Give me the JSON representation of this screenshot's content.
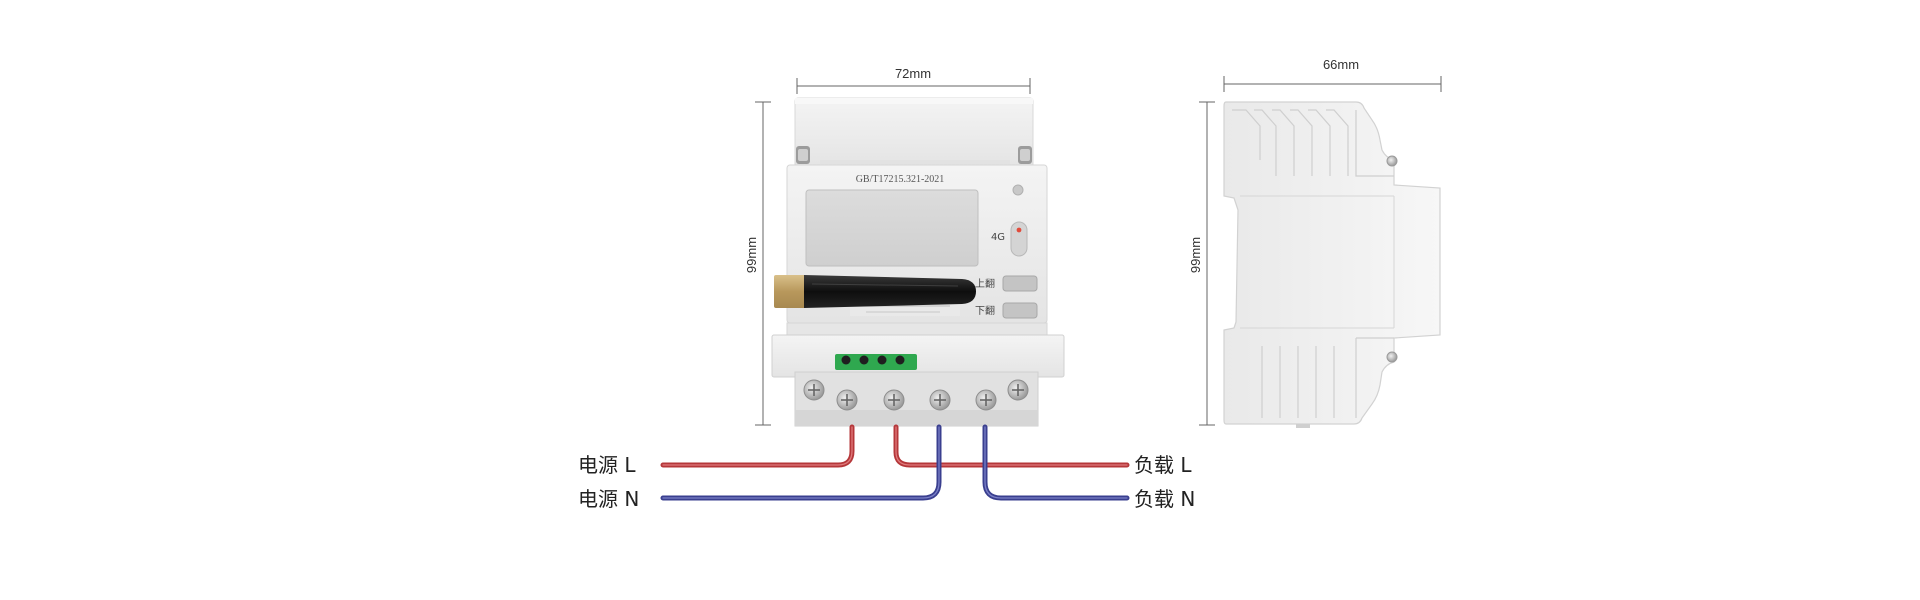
{
  "dimensions": {
    "front_width": "72mm",
    "front_height": "99mm",
    "side_width": "66mm",
    "side_height": "99mm"
  },
  "device": {
    "standard_label": "GB/T17215.321-2021",
    "network_badge": "4G",
    "button_up_label": "上翻",
    "button_down_label": "下翻"
  },
  "wiring": {
    "source_l": "电源 L",
    "source_n": "电源 N",
    "load_l": "负载 L",
    "load_n": "负载 N"
  },
  "colors": {
    "live_wire": "#b5373a",
    "neutral_wire": "#3a3f8f",
    "body": "#eeeeee",
    "antenna": "#1a1a1a",
    "antenna_tip": "#c2a46a",
    "terminal_green": "#2fa84f",
    "indicator_red": "#e14b3b"
  }
}
